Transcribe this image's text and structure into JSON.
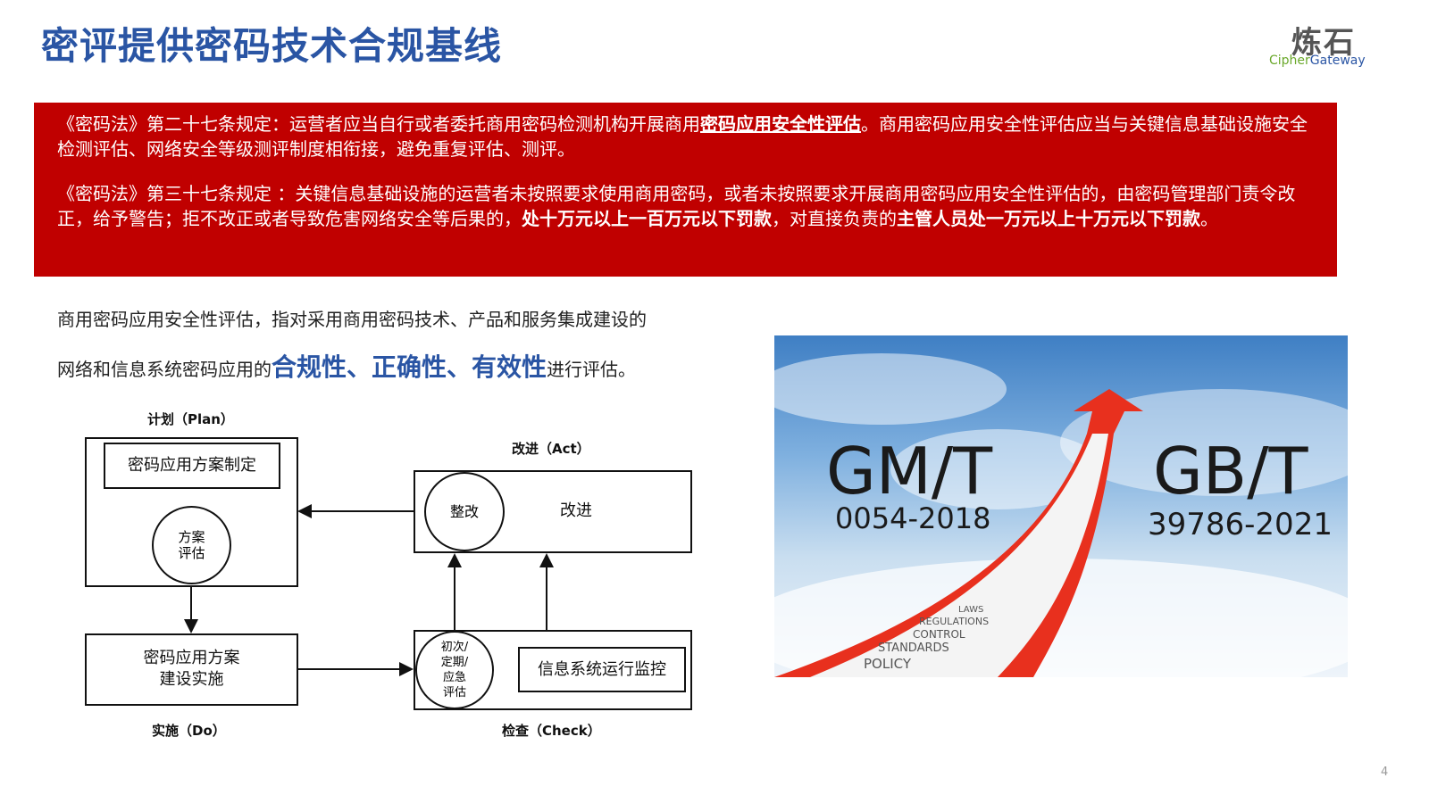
{
  "title": "密评提供密码技术合规基线",
  "logo": {
    "cn": "炼石",
    "en_a": "Cipher",
    "en_b": "Gateway"
  },
  "law": {
    "p1_a": "《密码法》第二十七条规定：运营者应当自行或者委托商用密码检测机构开展商用",
    "p1_u": "密码应用安全性评估",
    "p1_b": "。商用密码应用安全性评估应当与关键信息基础设施安全检测评估、网络安全等级测评制度相衔接，避免重复评估、测评。",
    "p2_a": "《密码法》第三十七条规定 ：关键信息基础设施的运营者未按照要求使用商用密码，或者未按照要求开展商用密码应用安全性评估的，由密码管理部门责令改正，给予警告；拒不改正或者导致危害网络安全等后果的，",
    "p2_b1": "处十万元以上一百万元以下罚款",
    "p2_c": "，对直接负责的",
    "p2_b2": "主管人员处一万元以上十万元以下罚款",
    "p2_d": "。"
  },
  "intro": {
    "line1": "商用密码应用安全性评估，指对采用商用密码技术、产品和服务集成建设的",
    "line2_a": "网络和信息系统密码应用的",
    "line2_hl": "合规性、正确性、有效性",
    "line2_b": "进行评估。"
  },
  "diagram": {
    "plan_label": "计划（Plan）",
    "plan_box": "密码应用方案制定",
    "plan_circle": "方案\n评估",
    "do_box": "密码应用方案\n建设实施",
    "do_label": "实施（Do）",
    "act_label": "改进（Act）",
    "act_circle": "整改",
    "act_text": "改进",
    "check_circle": "初次/\n定期/\n应急\n评估",
    "check_box": "信息系统运行监控",
    "check_label": "检查（Check）"
  },
  "photo": {
    "left_std": "GM/T",
    "left_num": "0054-2018",
    "right_std": "GB/T",
    "right_num": "39786-2021",
    "steps": [
      "LAWS",
      "REGULATIONS",
      "CONTROL",
      "STANDARDS",
      "POLICY"
    ]
  },
  "page_number": "4"
}
